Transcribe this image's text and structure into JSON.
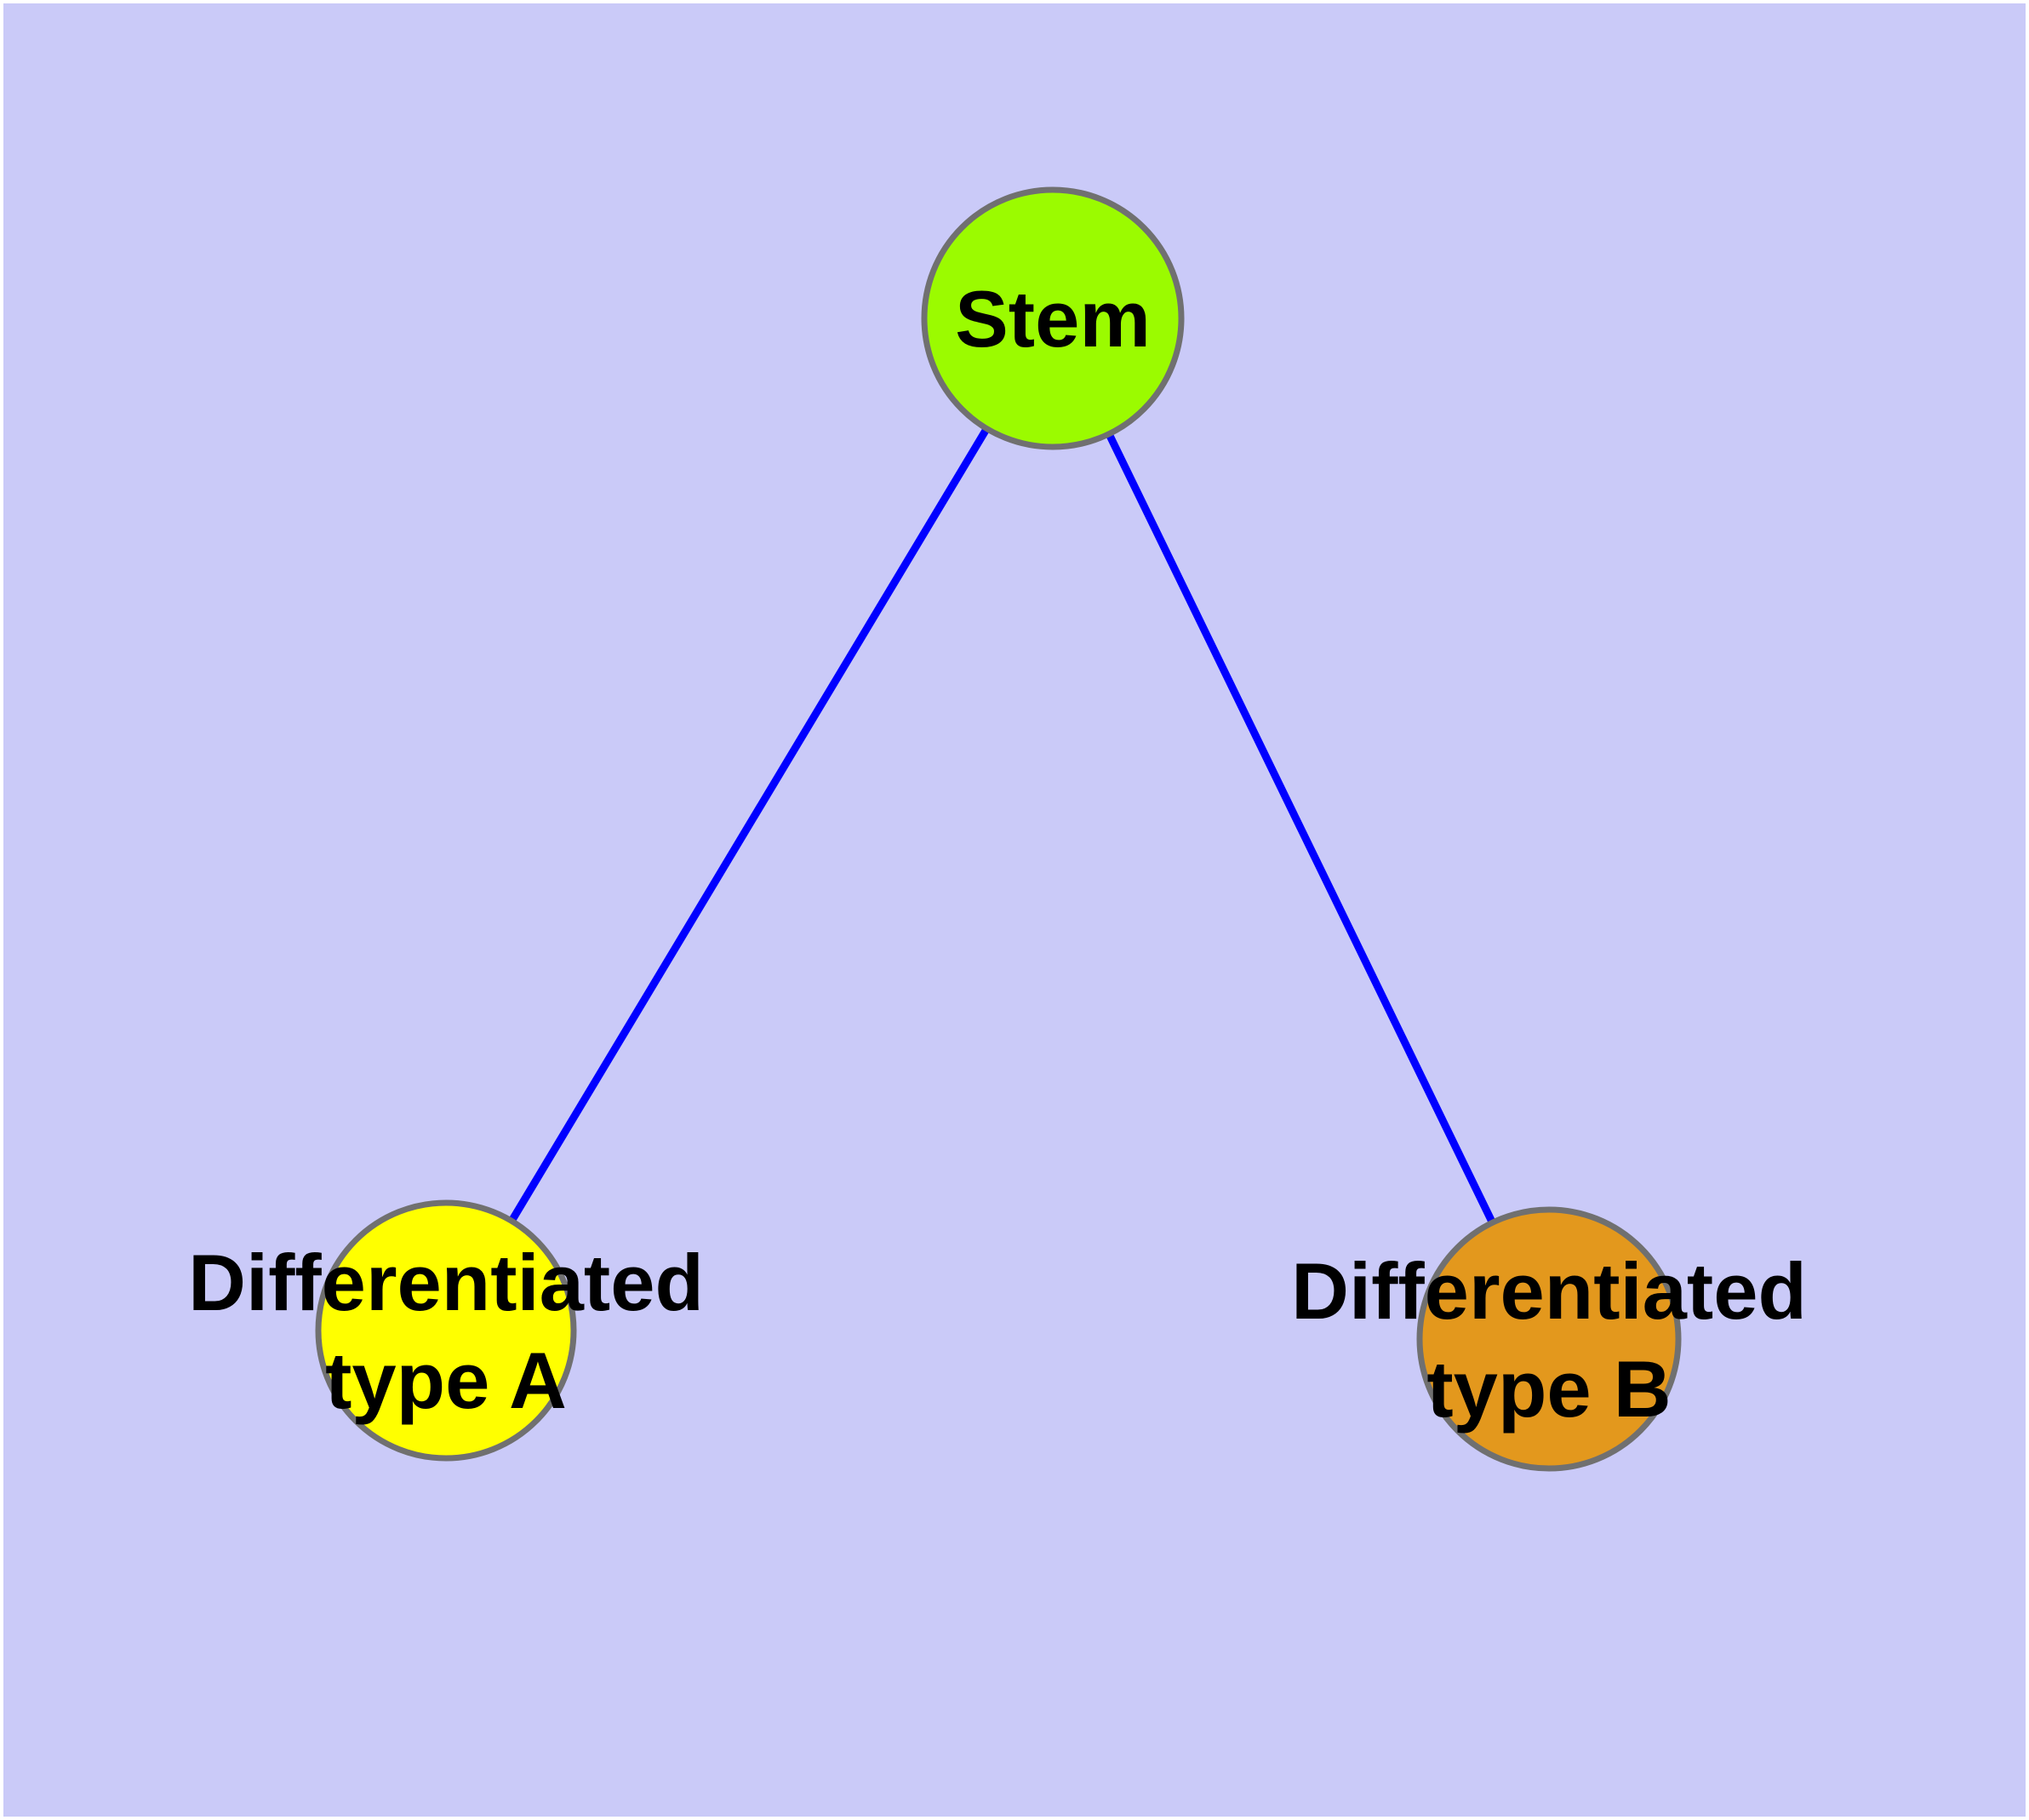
{
  "canvas": {
    "page_background": "#ffffff",
    "background": "#cacaf8"
  },
  "graph": {
    "type": "node-link-diagram",
    "edge_color": "#0000ff",
    "node_border_color": "#707070",
    "label_color": "#000000",
    "nodes": [
      {
        "id": "stem",
        "label": "Stem",
        "label_line1": "Stem",
        "label_line2": "",
        "color": "#9bfb00"
      },
      {
        "id": "differentiated-type-a",
        "label": "Differentiated type A",
        "label_line1": "Differentiated",
        "label_line2": "type A",
        "color": "#ffff00"
      },
      {
        "id": "differentiated-type-b",
        "label": "Differentiated type B",
        "label_line1": "Differentiated",
        "label_line2": "type B",
        "color": "#e3981d"
      }
    ],
    "edges": [
      {
        "from": "stem",
        "to": "differentiated-type-a"
      },
      {
        "from": "stem",
        "to": "differentiated-type-b"
      }
    ]
  }
}
